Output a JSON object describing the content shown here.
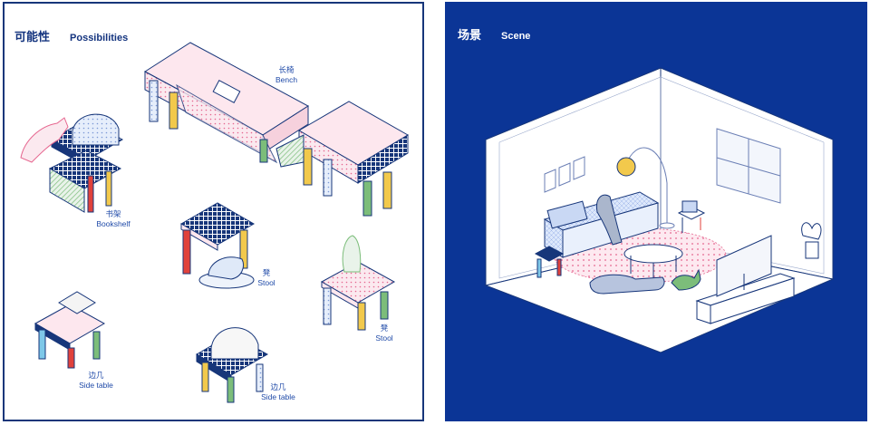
{
  "left_panel": {
    "title_zh": "可能性",
    "title_en": "Possibilities",
    "items": [
      {
        "zh": "长椅",
        "en": "Bench"
      },
      {
        "zh": "书架",
        "en": "Bookshelf"
      },
      {
        "zh": "凳",
        "en": "Stool"
      },
      {
        "zh": "凳",
        "en": "Stool"
      },
      {
        "zh": "边几",
        "en": "Side table"
      },
      {
        "zh": "边几",
        "en": "Side table"
      }
    ]
  },
  "right_panel": {
    "title_zh": "场景",
    "title_en": "Scene"
  },
  "colors": {
    "navy": "#17367a",
    "scene_background": "#0b3596",
    "pink": "#e6668f",
    "green": "#7cbd7a",
    "yellow": "#f2c94c",
    "red": "#e0413b",
    "cyan": "#7ec8e8"
  }
}
